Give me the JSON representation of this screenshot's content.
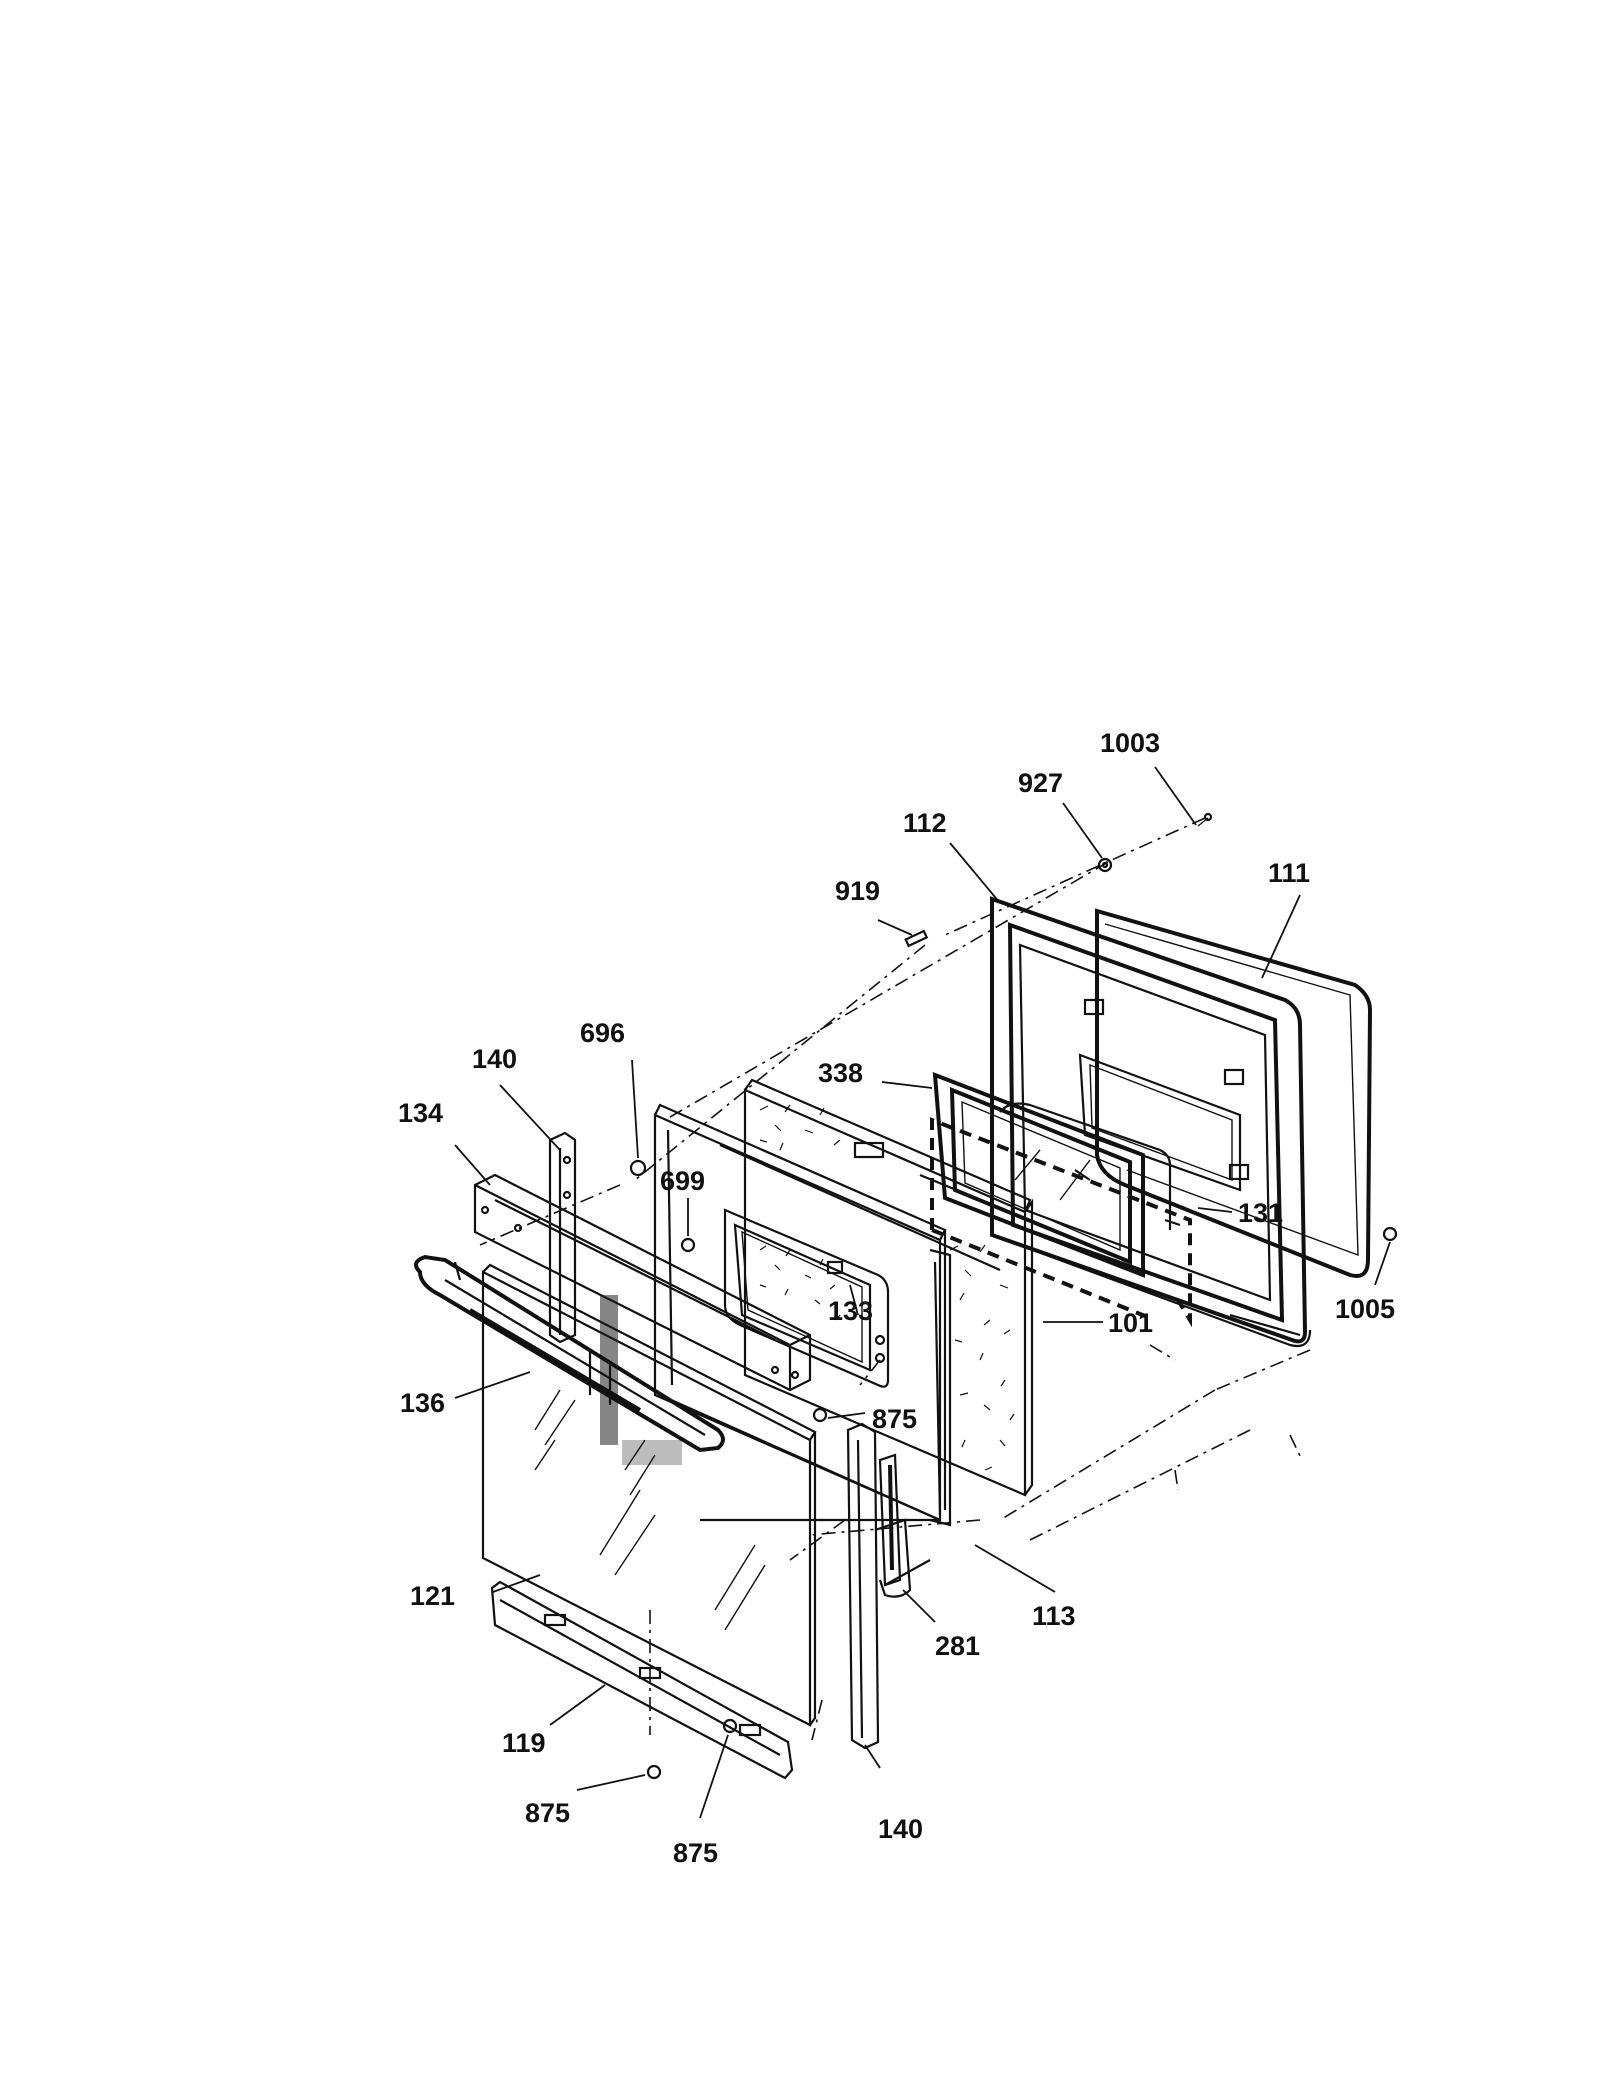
{
  "labels": {
    "l1003": "1003",
    "l927": "927",
    "l112": "112",
    "l111": "111",
    "l919": "919",
    "l696": "696",
    "l140a": "140",
    "l134": "134",
    "l338": "338",
    "l699": "699",
    "l131": "131",
    "l1005": "1005",
    "l101": "101",
    "l133": "133",
    "l136": "136",
    "l875a": "875",
    "l121": "121",
    "l113": "113",
    "l281": "281",
    "l119": "119",
    "l875b": "875",
    "l875c": "875",
    "l140b": "140"
  },
  "colors": {
    "ink": "#111111",
    "background": "#ffffff"
  }
}
